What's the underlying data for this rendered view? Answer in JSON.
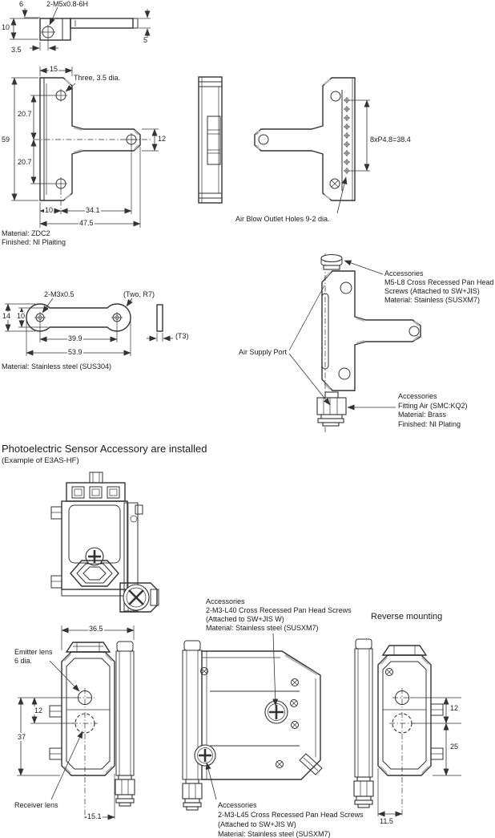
{
  "colors": {
    "line": "#333333",
    "text": "#1a1a1a",
    "background": "#ffffff"
  },
  "arm_side": {
    "thread": "2-M5x0.8-6H",
    "d6": "6",
    "d10": "10",
    "d35": "3.5",
    "d5": "5"
  },
  "bracket_front": {
    "d15": "15",
    "holes": "Three, 3.5 dia.",
    "d207a": "20.7",
    "d59": "59",
    "d207b": "20.7",
    "d12": "12",
    "d10": "10",
    "d341": "34.1",
    "d475": "47.5",
    "material": "Material: ZDC2",
    "finish": "Finished: NI Plaiting"
  },
  "bracket_rear": {
    "pitch": "8xP4.8=38.4",
    "air_holes": "Air Blow Outlet Holes 9-2 dia."
  },
  "plate_bar": {
    "thread": "2-M3x0.5",
    "radius": "(Two, R7)",
    "d14": "14",
    "d10": "10",
    "d399": "39.9",
    "d539": "53.9",
    "t3": "(T3)",
    "material": "Material: Stainless steel (SUS304)"
  },
  "bracket_fitting": {
    "screw_note": [
      "Accessories",
      "M5-L8 Cross Recessed Pan Head",
      "Screws (Attached to SW+JIS)",
      "Material: Stainless (SUSXM7)"
    ],
    "air_port": "Air Supply Port",
    "fitting_note": [
      "Accessories",
      "Fitting Air (SMC:KQ2)",
      "Material: Brass",
      "Finished: NI Plating"
    ]
  },
  "installed_section": {
    "title": "Photoelectric Sensor Accessory are installed",
    "subtitle": "(Example of E3AS-HF)"
  },
  "front_view": {
    "d365": "36.5",
    "emitter1": "Emitter lens",
    "emitter2": "6 dia.",
    "d12": "12",
    "d37": "37",
    "receiver": "Receiver lens",
    "d151": "15.1"
  },
  "side_view": {
    "screw_note_top": [
      "Accessories",
      "2-M3-L40 Cross Recessed Pan Head Screws",
      "(Attached to SW+JIS W)",
      "Material: Stainless steel (SUSXM7)"
    ],
    "screw_note_bottom": [
      "Accessories",
      "2-M3-L45 Cross Recessed Pan Head Screws",
      "(Attached to SW+JIS W)",
      "Material: Stainless steel (SUSXM7)"
    ]
  },
  "reverse_view": {
    "title": "Reverse mounting",
    "d12": "12",
    "d25": "25",
    "d115": "11.5"
  }
}
